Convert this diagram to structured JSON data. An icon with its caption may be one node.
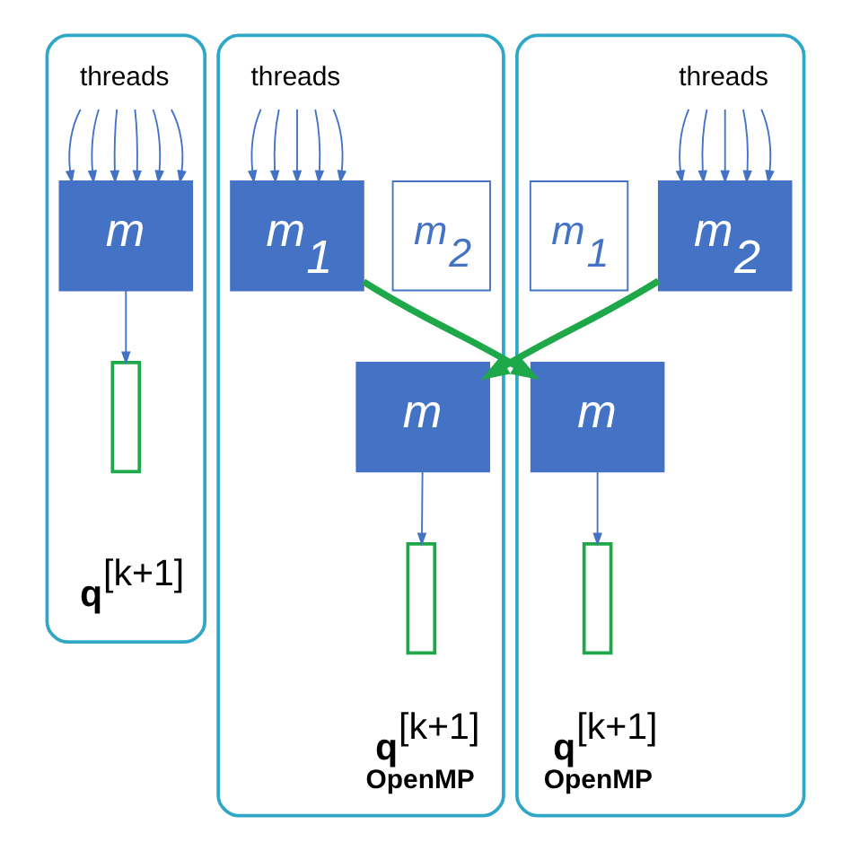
{
  "diagram": {
    "nodes": [
      {
        "text": [],
        "shape": "box"
      },
      {
        "text": [
          "threads"
        ],
        "in": 0
      },
      {
        "text": [
          "m"
        ],
        "in": 0
      },
      {
        "text": [],
        "shape": "box",
        "in": 0,
        "beside": [
          "**q**$^{[k+1]}$"
        ]
      },
      {
        "text": [],
        "shape": "box"
      },
      {
        "text": [
          "threads"
        ],
        "in": 4
      },
      {
        "text": [
          "m$_{1}$"
        ],
        "in": 4
      },
      {
        "text": [
          "m$_{2}$"
        ],
        "in": 4
      },
      {
        "text": [
          "m"
        ],
        "in": 4
      },
      {
        "text": [],
        "shape": "box",
        "in": 4,
        "beside": [
          "**q**$^{[k+1]}$",
          "OpenMP"
        ]
      },
      {
        "text": [],
        "shape": "box"
      },
      {
        "text": [
          "threads"
        ],
        "in": 10
      },
      {
        "text": [
          "m$_{1}$"
        ],
        "in": 10
      },
      {
        "text": [
          "m$_{2}$"
        ],
        "in": 10
      },
      {
        "text": [
          "m"
        ],
        "in": 10
      },
      {
        "text": [],
        "shape": "box",
        "in": 10,
        "beside": [
          "**q**$^{[k+1]}$",
          "OpenMP"
        ]
      }
    ],
    "edges": [
      {
        "from": 1,
        "to": 2,
        "arrow": "to"
      },
      {
        "from": 1,
        "to": 2,
        "arrow": "to"
      },
      {
        "from": 1,
        "to": 2,
        "arrow": "to"
      },
      {
        "from": 1,
        "to": 2,
        "arrow": "to"
      },
      {
        "from": 1,
        "to": 2,
        "arrow": "to"
      },
      {
        "from": 1,
        "to": 2,
        "arrow": "to"
      },
      {
        "from": 2,
        "to": 3,
        "arrow": "to"
      },
      {
        "from": 5,
        "to": 6,
        "arrow": "to"
      },
      {
        "from": 5,
        "to": 6,
        "arrow": "to"
      },
      {
        "from": 5,
        "to": 6,
        "arrow": "to"
      },
      {
        "from": 5,
        "to": 6,
        "arrow": "to"
      },
      {
        "from": 5,
        "to": 6,
        "arrow": "to"
      },
      {
        "from": 11,
        "to": 13,
        "arrow": "to"
      },
      {
        "from": 11,
        "to": 13,
        "arrow": "to"
      },
      {
        "from": 11,
        "to": 13,
        "arrow": "to"
      },
      {
        "from": 11,
        "to": 13,
        "arrow": "to"
      },
      {
        "from": 11,
        "to": 13,
        "arrow": "to"
      },
      {
        "from": 6,
        "to": 14,
        "arrow": "to",
        "color": "#1ea84a",
        "style": "thick"
      },
      {
        "from": 13,
        "to": 8,
        "arrow": "to",
        "color": "#1ea84a",
        "style": "thick"
      },
      {
        "from": 8,
        "to": 9,
        "arrow": "to"
      },
      {
        "from": 14,
        "to": 15,
        "arrow": "to"
      }
    ]
  }
}
